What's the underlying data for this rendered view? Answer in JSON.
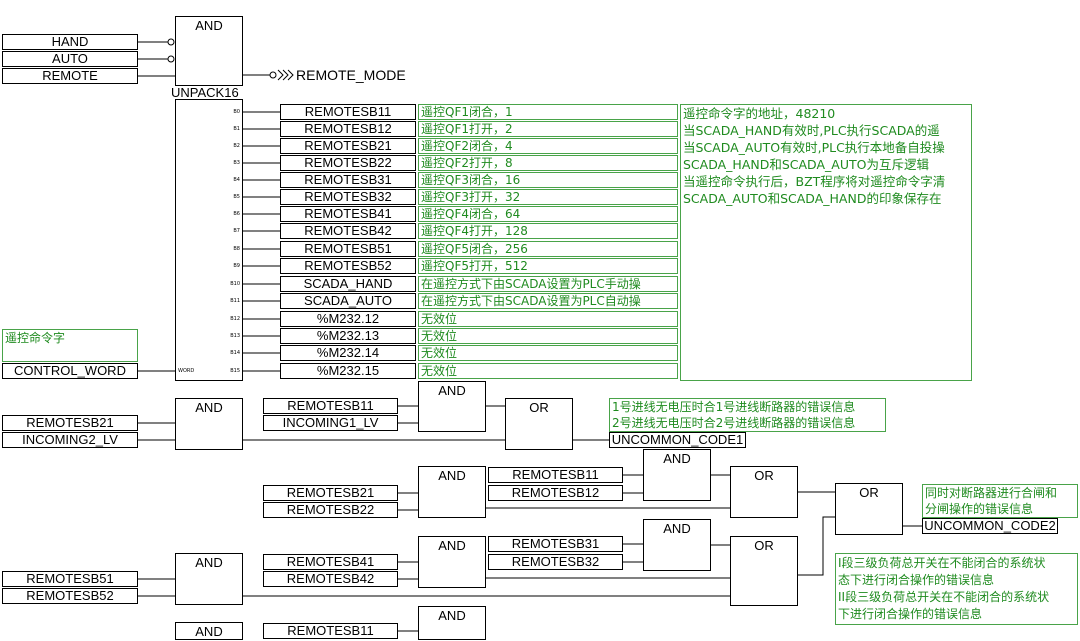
{
  "labels": {
    "and": "AND",
    "or": "OR",
    "unpack": "UNPACK16",
    "word_pin": "WORD"
  },
  "mode_block": {
    "inputs": [
      "HAND",
      "AUTO",
      "REMOTE"
    ],
    "output": "REMOTE_MODE"
  },
  "unpack": {
    "pins": [
      "B0",
      "B1",
      "B2",
      "B3",
      "B4",
      "B5",
      "B6",
      "B7",
      "B8",
      "B9",
      "B10",
      "B11",
      "B12",
      "B13",
      "B14",
      "B15"
    ],
    "outputs": [
      "REMOTESB11",
      "REMOTESB12",
      "REMOTESB21",
      "REMOTESB22",
      "REMOTESB31",
      "REMOTESB32",
      "REMOTESB41",
      "REMOTESB42",
      "REMOTESB51",
      "REMOTESB52",
      "SCADA_HAND",
      "SCADA_AUTO",
      "%M232.12",
      "%M232.13",
      "%M232.14",
      "%M232.15"
    ],
    "comments": [
      "遥控QF1闭合，1",
      "遥控QF1打开，2",
      "遥控QF2闭合，4",
      "遥控QF2打开，8",
      "遥控QF3闭合，16",
      "遥控QF3打开，32",
      "遥控QF4闭合，64",
      "遥控QF4打开，128",
      "遥控QF5闭合，256",
      "遥控QF5打开，512",
      "在遥控方式下由SCADA设置为PLC手动操",
      "在遥控方式下由SCADA设置为PLC自动操",
      "无效位",
      "无效位",
      "无效位",
      "无效位"
    ]
  },
  "control_word": {
    "comment": "遥控命令字",
    "variable": "CONTROL_WORD"
  },
  "address_note": {
    "lines": [
      "遥控命令字的地址，48210",
      "当SCADA_HAND有效时,PLC执行SCADA的遥",
      "当SCADA_AUTO有效时,PLC执行本地备自投操",
      "SCADA_HAND和SCADA_AUTO为互斥逻辑",
      "当遥控命令执行后，BZT程序将对遥控命令字清",
      "SCADA_AUTO和SCADA_HAND的印象保存在"
    ]
  },
  "uncommon_code1": {
    "and_a_inputs": [
      "REMOTESB21",
      "INCOMING2_LV"
    ],
    "and_b_inputs": [
      "REMOTESB11",
      "INCOMING1_LV"
    ],
    "output": "UNCOMMON_CODE1",
    "comment": [
      "1号进线无电压时合1号进线断路器的错误信息",
      "2号进线无电压时合2号进线断路器的错误信息"
    ]
  },
  "uncommon_code2": {
    "and_c_inputs": [
      "REMOTESB21",
      "REMOTESB22"
    ],
    "and_d_inputs": [
      "REMOTESB11",
      "REMOTESB12"
    ],
    "and_g_inputs": [
      "REMOTESB51",
      "REMOTESB52"
    ],
    "and_h_inputs": [
      "REMOTESB41",
      "REMOTESB42"
    ],
    "and_i_inputs": [
      "REMOTESB31",
      "REMOTESB32"
    ],
    "output": "UNCOMMON_CODE2",
    "comment": [
      "同时对断路器进行合闸和",
      "分闸操作的错误信息"
    ],
    "load_switch_comment": [
      "I段三级负荷总开关在不能闭合的系统状",
      "态下进行闭合操作的错误信息",
      "II段三级负荷总开关在不能闭合的系统状",
      "下进行闭合操作的错误信息"
    ]
  },
  "next_network": {
    "and_l_inputs": [
      "REMOTESB11"
    ]
  },
  "colors": {
    "wire": "#000000",
    "comment_text": "#1f8b1f",
    "comment_border": "#49a349",
    "background": "#ffffff"
  }
}
